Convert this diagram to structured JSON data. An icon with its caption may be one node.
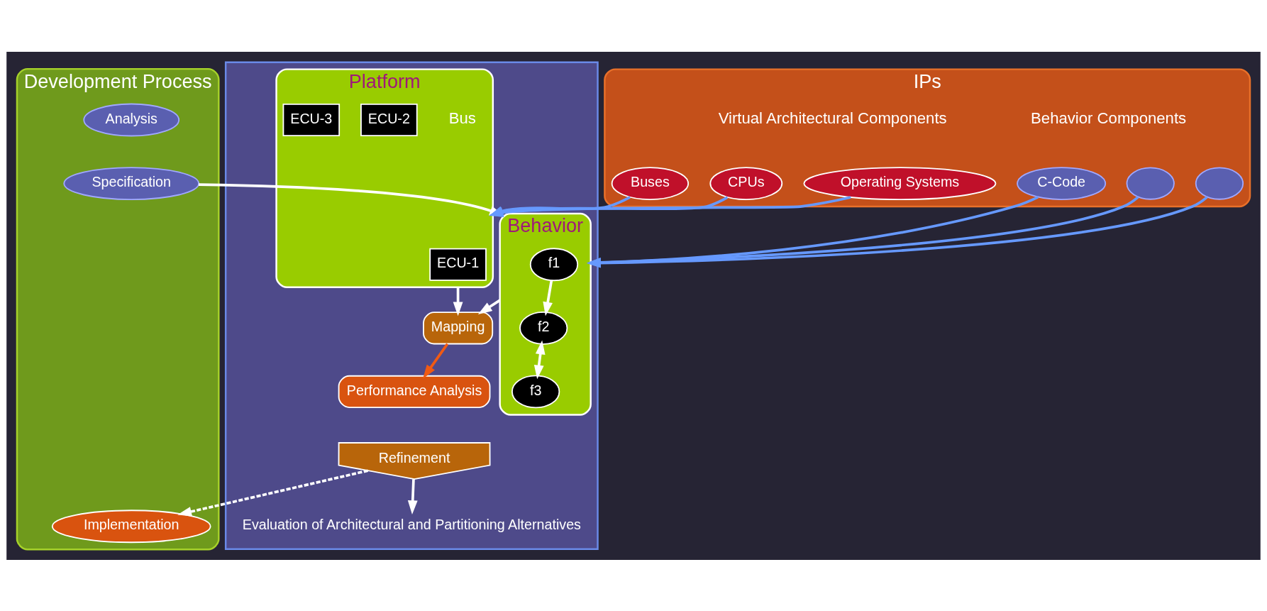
{
  "diagram": {
    "nodes": [
      {
        "text": [
          "IPs"
        ]
      },
      {
        "text": [],
        "shape": "ellipse",
        "in": 0
      },
      {
        "text": [
          "C-Code"
        ],
        "in": 0
      },
      {
        "text": [],
        "shape": "ellipse",
        "in": 0
      },
      {
        "text": [
          "CPUs"
        ],
        "in": 0
      },
      {
        "text": [
          "Buses"
        ],
        "in": 0
      },
      {
        "text": [
          "Operating Systems"
        ],
        "in": 0
      },
      {
        "text": [
          "Development Process"
        ]
      },
      {
        "text": [
          "Analysis"
        ],
        "in": 7
      },
      {
        "text": [
          "Specification"
        ],
        "in": 7
      },
      {
        "text": [
          "Implementation"
        ],
        "in": 7
      },
      {
        "text": [],
        "shape": "box"
      },
      {
        "text": [
          "Behavior"
        ],
        "in": 11
      },
      {
        "text": [
          "f1"
        ],
        "in": 12
      },
      {
        "text": [
          "f2"
        ],
        "in": 12
      },
      {
        "text": [
          "f3"
        ],
        "in": 12
      },
      {
        "text": [
          "Platform"
        ],
        "in": 11
      },
      {
        "text": [
          "ECU-1"
        ],
        "in": 16
      },
      {
        "text": [
          "ECU-2"
        ],
        "in": 16
      },
      {
        "text": [
          "ECU-3"
        ],
        "in": 16
      },
      {
        "text": [
          "Mapping"
        ],
        "in": 11
      },
      {
        "text": [
          "Performance Analysis"
        ],
        "in": 11
      },
      {
        "text": [
          "Refinement"
        ],
        "in": 11
      },
      {
        "text": [
          "Evaluation of Architectural and Partitioning Alternatives"
        ],
        "in": 11
      }
    ],
    "edges": [
      {
        "from": 1,
        "to": 12,
        "arrow": "to",
        "color": "#6699ff"
      },
      {
        "from": 2,
        "to": 12,
        "arrow": "to",
        "color": "#6699ff"
      },
      {
        "from": 3,
        "to": 12,
        "arrow": "to",
        "color": "#6699ff"
      },
      {
        "from": 4,
        "to": 16,
        "arrow": "to",
        "color": "#6699ff"
      },
      {
        "from": 5,
        "to": 16,
        "arrow": "to",
        "color": "#6699ff"
      },
      {
        "from": 6,
        "to": 16,
        "arrow": "to",
        "color": "#6699ff"
      },
      {
        "from": 9,
        "to": 12,
        "arrow": "to"
      },
      {
        "from": 13,
        "to": 14,
        "arrow": "to"
      },
      {
        "from": 14,
        "to": 15,
        "arrow": "both"
      },
      {
        "from": 12,
        "to": 20,
        "arrow": "to"
      },
      {
        "from": 16,
        "to": 20,
        "arrow": "to"
      },
      {
        "from": 20,
        "to": 21,
        "arrow": "to",
        "color": "#f05a14"
      },
      {
        "from": 22,
        "to": 23,
        "arrow": "to"
      },
      {
        "from": 22,
        "to": 10,
        "arrow": "to",
        "style": "dashed"
      }
    ],
    "labels": [
      "Behavior Components",
      "Virtual Architectural Components",
      "Bus"
    ]
  }
}
